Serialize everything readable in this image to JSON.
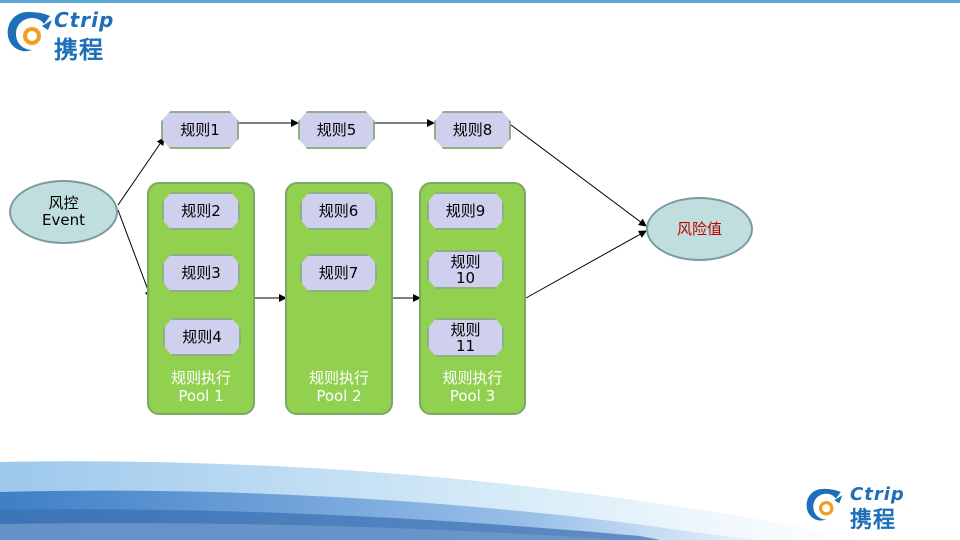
{
  "logo": {
    "brand_en": "Ctrip",
    "brand_cn": "携程"
  },
  "diagram": {
    "source": "风控\nEvent",
    "target": "风险值",
    "top_rules": [
      "规则1",
      "规则5",
      "规则8"
    ],
    "pools": [
      {
        "rules": [
          "规则2",
          "规则3",
          "规则4"
        ],
        "label": "规则执行\nPool 1"
      },
      {
        "rules": [
          "规则6",
          "规则7"
        ],
        "label": "规则执行\nPool 2"
      },
      {
        "rules": [
          "规则9",
          "规则\n10",
          "规则\n11"
        ],
        "label": "规则执行\nPool 3"
      }
    ]
  },
  "colors": {
    "pool_fill": "#92d050",
    "rule_fill": "#cfcfee",
    "ellipse_fill": "#c0dedd",
    "target_text": "#c00000",
    "brand": "#1d6fb8"
  }
}
